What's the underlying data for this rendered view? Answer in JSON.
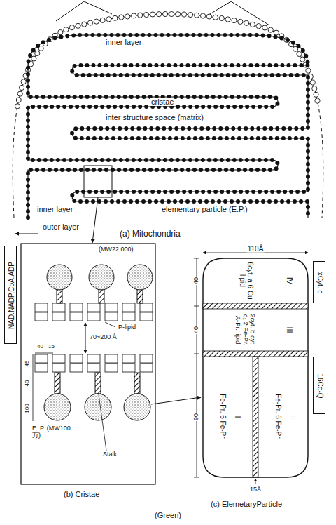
{
  "diagram": {
    "nodes": [
      {
        "text": [
          "NAD.NADP.CoA.ADP"
        ]
      },
      {
        "text": [
          "6cyt. a 6 Cu lipid",
          "IV"
        ]
      },
      {
        "text": [
          "2cyt. b cyt. c₁ 2 Fe-Pr. A-Pr. lipid",
          "III"
        ]
      },
      {
        "text": [
          "Fe-Pr. 6 Fe-Pr.",
          "I"
        ]
      },
      {
        "text": [
          "Fe-Pr. 6 Fe-Pr.",
          "II"
        ]
      },
      {
        "text": [
          "xCyt. c"
        ]
      },
      {
        "text": [
          "16Co-Q"
        ]
      }
    ],
    "labels": [
      "inner layer",
      "cristae",
      "inter structure space (matrix)",
      "inner layer",
      "elementary particle (E.P.)",
      "outer layer",
      "(a) Mitochondria",
      "(MW22,000)",
      "P-lipid",
      "70~200 Å",
      "40",
      "15",
      "45",
      "40",
      "100",
      "E. P. (MW100万)",
      "Stalk",
      "(b) Cristae",
      "110Å",
      "40",
      "40",
      "90",
      "15Å",
      "(c) ElemetaryParticle",
      "(Green)"
    ]
  }
}
